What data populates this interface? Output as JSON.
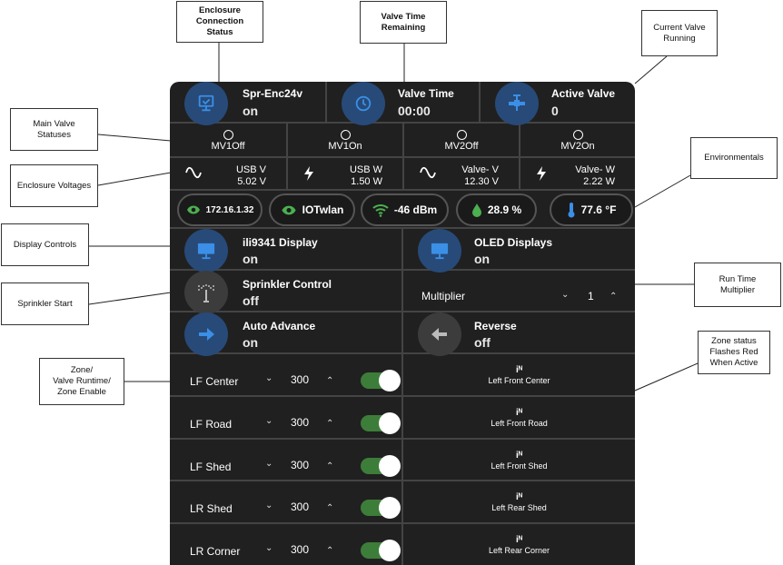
{
  "callouts": {
    "enclosure_status": "Enclosure\nConnection\nStatus",
    "valve_time": "Valve Time\nRemaining",
    "current_valve": "Current Valve\nRunning",
    "main_valve": "Main Valve\nStatuses",
    "enclosure_voltages": "Enclosure Voltages",
    "environmentals": "Environmentals",
    "display_controls": "Display Controls",
    "run_time_multiplier": "Run Time\nMultiplier",
    "sprinkler_start": "Sprinkler Start",
    "zone_runtime": "Zone/\nValve Runtime/\nZone Enable",
    "zone_status": "Zone status\nFlashes Red\nWhen Active"
  },
  "header": [
    {
      "title": "Spr-Enc24v",
      "value": "on",
      "icon": "monitor-check-icon"
    },
    {
      "title": "Valve Time",
      "value": "00:00",
      "icon": "clock-icon"
    },
    {
      "title": "Active Valve",
      "value": "0",
      "icon": "valve-icon"
    }
  ],
  "main_valves": [
    {
      "label": "MV1Off"
    },
    {
      "label": "MV1On"
    },
    {
      "label": "MV2Off"
    },
    {
      "label": "MV2On"
    }
  ],
  "voltages": [
    {
      "name": "USB V",
      "value": "5.02 V",
      "icon": "sine-wave-icon"
    },
    {
      "name": "USB W",
      "value": "1.50 W",
      "icon": "lightning-icon"
    },
    {
      "name": "Valve- V",
      "value": "12.30 V",
      "icon": "sine-wave-icon"
    },
    {
      "name": "Valve- W",
      "value": "2.22 W",
      "icon": "lightning-icon"
    }
  ],
  "environment": {
    "ip": "172.16.1.32",
    "ssid": "IOTwlan",
    "signal": "-46 dBm",
    "humidity": "28.9 %",
    "temperature": "77.6 °F"
  },
  "displays": [
    {
      "title": "ili9341 Display",
      "value": "on",
      "icon": "monitor-icon"
    },
    {
      "title": "OLED Displays",
      "value": "on",
      "icon": "monitor-icon"
    }
  ],
  "sprinkler": {
    "title": "Sprinkler Control",
    "value": "off",
    "icon": "sprinkler-icon"
  },
  "multiplier": {
    "label": "Multiplier",
    "value": "1"
  },
  "advance": {
    "title": "Auto Advance",
    "value": "on",
    "icon": "arrow-right-icon"
  },
  "reverse": {
    "title": "Reverse",
    "value": "off",
    "icon": "arrow-left-icon"
  },
  "zones": [
    {
      "name": "LF Center",
      "runtime": "300",
      "enabled": true,
      "status_icon": "iᴺ",
      "status": "Left Front Center"
    },
    {
      "name": "LF Road",
      "runtime": "300",
      "enabled": true,
      "status_icon": "iᴺ",
      "status": "Left Front Road"
    },
    {
      "name": "LF Shed",
      "runtime": "300",
      "enabled": true,
      "status_icon": "iᴺ",
      "status": "Left Front Shed"
    },
    {
      "name": "LR Shed",
      "runtime": "300",
      "enabled": true,
      "status_icon": "iᴺ",
      "status": "Left Rear Shed"
    },
    {
      "name": "LR Corner",
      "runtime": "300",
      "enabled": true,
      "status_icon": "iᴺ",
      "status": "Left Rear Corner"
    }
  ],
  "colors": {
    "panel": "#202020",
    "accent_blue": "#274a78",
    "toggle_on": "#3d7d3a",
    "icon_blue": "#3b8fe6"
  }
}
